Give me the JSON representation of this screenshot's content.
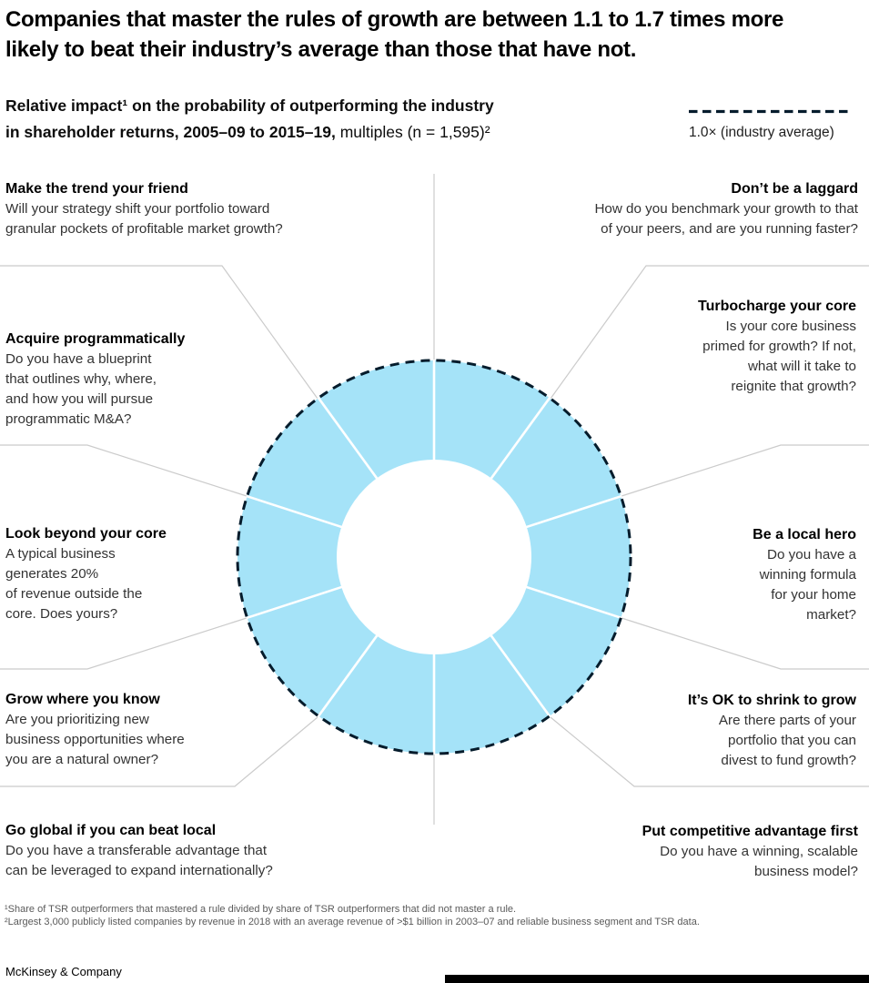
{
  "header": {
    "title_lines": [
      "Companies that master the rules of growth are between 1.1 to 1.7 times more",
      "likely to beat their industry’s average than those that have not."
    ],
    "subtitle_bold_line1": "Relative impact¹ on the probability of outperforming the industry",
    "subtitle_bold_line2": "in shareholder returns, 2005–09 to 2015–19,",
    "subtitle_regular": " multiples (n = 1,595)²"
  },
  "legend": {
    "label": "1.0× (industry average)"
  },
  "chart_data": {
    "type": "pie",
    "subtype": "donut",
    "title": "Relative impact on the probability of outperforming the industry in shareholder returns, 2005–09 to 2015–19, multiples (n = 1,595)",
    "categories": [
      "Make the trend your friend",
      "Don’t be a laggard",
      "Turbocharge your core",
      "Be a local hero",
      "It’s OK to shrink to grow",
      "Put competitive advantage first",
      "Go global if you can beat local",
      "Grow where you know",
      "Look beyond your core",
      "Acquire programmatically"
    ],
    "values": [
      1,
      1,
      1,
      1,
      1,
      1,
      1,
      1,
      1,
      1
    ],
    "note": "10 equal donut segments; mastering each rule gives a 1.1×–1.7× relative impact (individual segment values not labeled). Dashed ring marks 1.0× industry average at the donut outer edge.",
    "reference": {
      "label": "1.0× (industry average)",
      "color": "#051C2C"
    },
    "segment_color": "#A5E3F8",
    "divider_color": "#FFFFFF",
    "legend_position": "top-right"
  },
  "rules": [
    {
      "title": "Make the trend your friend",
      "question_lines": [
        "Will your strategy shift your portfolio toward",
        "granular pockets of profitable market growth?"
      ]
    },
    {
      "title": "Don’t be a laggard",
      "question_lines": [
        "How do you benchmark your growth to that",
        "of your peers, and are you running faster?"
      ]
    },
    {
      "title": "Turbocharge your core",
      "question_lines": [
        "Is your core business",
        "primed for growth? If not,",
        "what will it take to",
        "reignite that growth?"
      ]
    },
    {
      "title": "Acquire programmatically",
      "question_lines": [
        "Do you have a blueprint",
        "that outlines why, where,",
        "and how you will pursue",
        "programmatic M&A?"
      ]
    },
    {
      "title": "Look beyond your core",
      "question_lines": [
        "A typical business",
        "generates 20%",
        "of revenue outside the",
        "core. Does yours?"
      ]
    },
    {
      "title": "Be a local hero",
      "question_lines": [
        "Do you have a",
        "winning formula",
        "for your home",
        "market?"
      ]
    },
    {
      "title": "Grow where you know",
      "question_lines": [
        "Are you prioritizing new",
        "business opportunities where",
        "you are a natural owner?"
      ]
    },
    {
      "title": "It’s OK to shrink to grow",
      "question_lines": [
        "Are there parts of your",
        "portfolio that you can",
        "divest to fund growth?"
      ]
    },
    {
      "title": "Go global if you can beat local",
      "question_lines": [
        "Do you have a transferable advantage that",
        "can be leveraged to expand internationally?"
      ]
    },
    {
      "title": "Put competitive advantage first",
      "question_lines": [
        "Do you have a winning, scalable",
        "business model?"
      ]
    }
  ],
  "footnotes": [
    "¹Share of TSR outperformers that mastered a rule divided by share of TSR outperformers that did not master a rule.",
    "²Largest 3,000 publicly listed companies by revenue in 2018 with an average revenue of >$1 billion in 2003–07 and reliable business segment and TSR data."
  ],
  "footer": {
    "brand": "McKinsey & Company"
  },
  "colors": {
    "accent_blue": "#A5E3F8",
    "dark_navy": "#051C2C",
    "leader_line": "#CBCBCB",
    "footnote_gray": "#5A5A5A"
  }
}
